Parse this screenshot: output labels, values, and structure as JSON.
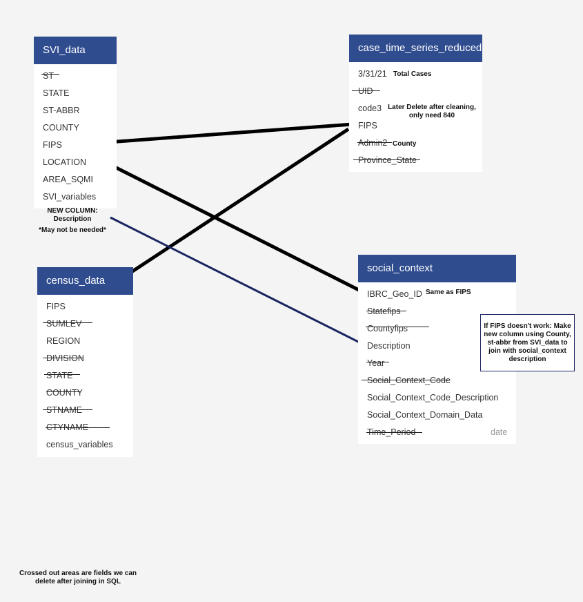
{
  "svi": {
    "title": "SVI_data",
    "fields": [
      "ST",
      "STATE",
      "ST-ABBR",
      "COUNTY",
      "FIPS",
      "LOCATION",
      "AREA_SQMI",
      "SVI_variables"
    ],
    "note_line1": "NEW COLUMN:",
    "note_line2": "Description",
    "note_line3": "*May not be needed*"
  },
  "cases": {
    "title": "case_time_series_reduced",
    "fields": [
      "3/31/21",
      "UID",
      "code3",
      "FIPS",
      "Admin2",
      "Province_State"
    ],
    "note_total": "Total Cases",
    "note_later_1": "Later Delete after cleaning,",
    "note_later_2": "only need 840",
    "note_county": "County"
  },
  "census": {
    "title": "census_data",
    "fields": [
      "FIPS",
      "SUMLEV",
      "REGION",
      "DIVISION",
      "STATE",
      "COUNTY",
      "STNAME",
      "CTYNAME",
      "census_variables"
    ]
  },
  "social": {
    "title": "social_context",
    "fields": [
      "IBRC_Geo_ID",
      "Statefips",
      "Countyfips",
      "Description",
      "Year",
      "Social_Context_Code",
      "Social_Context_Code_Description",
      "Social_Context_Domain_Data",
      "Time_Period"
    ],
    "date_tag": "date",
    "note_same": "Same as FIPS"
  },
  "callout": {
    "text": "If FIPS doesn't work: Make new column using County, st-abbr from SVI_data to join with social_context description"
  },
  "legend": {
    "line1": "Crossed out areas are fields we can",
    "line2": "delete after joining in SQL"
  },
  "colors": {
    "header": "#2f4c8f",
    "join_line": "#000000",
    "description_line": "#1a2461"
  }
}
